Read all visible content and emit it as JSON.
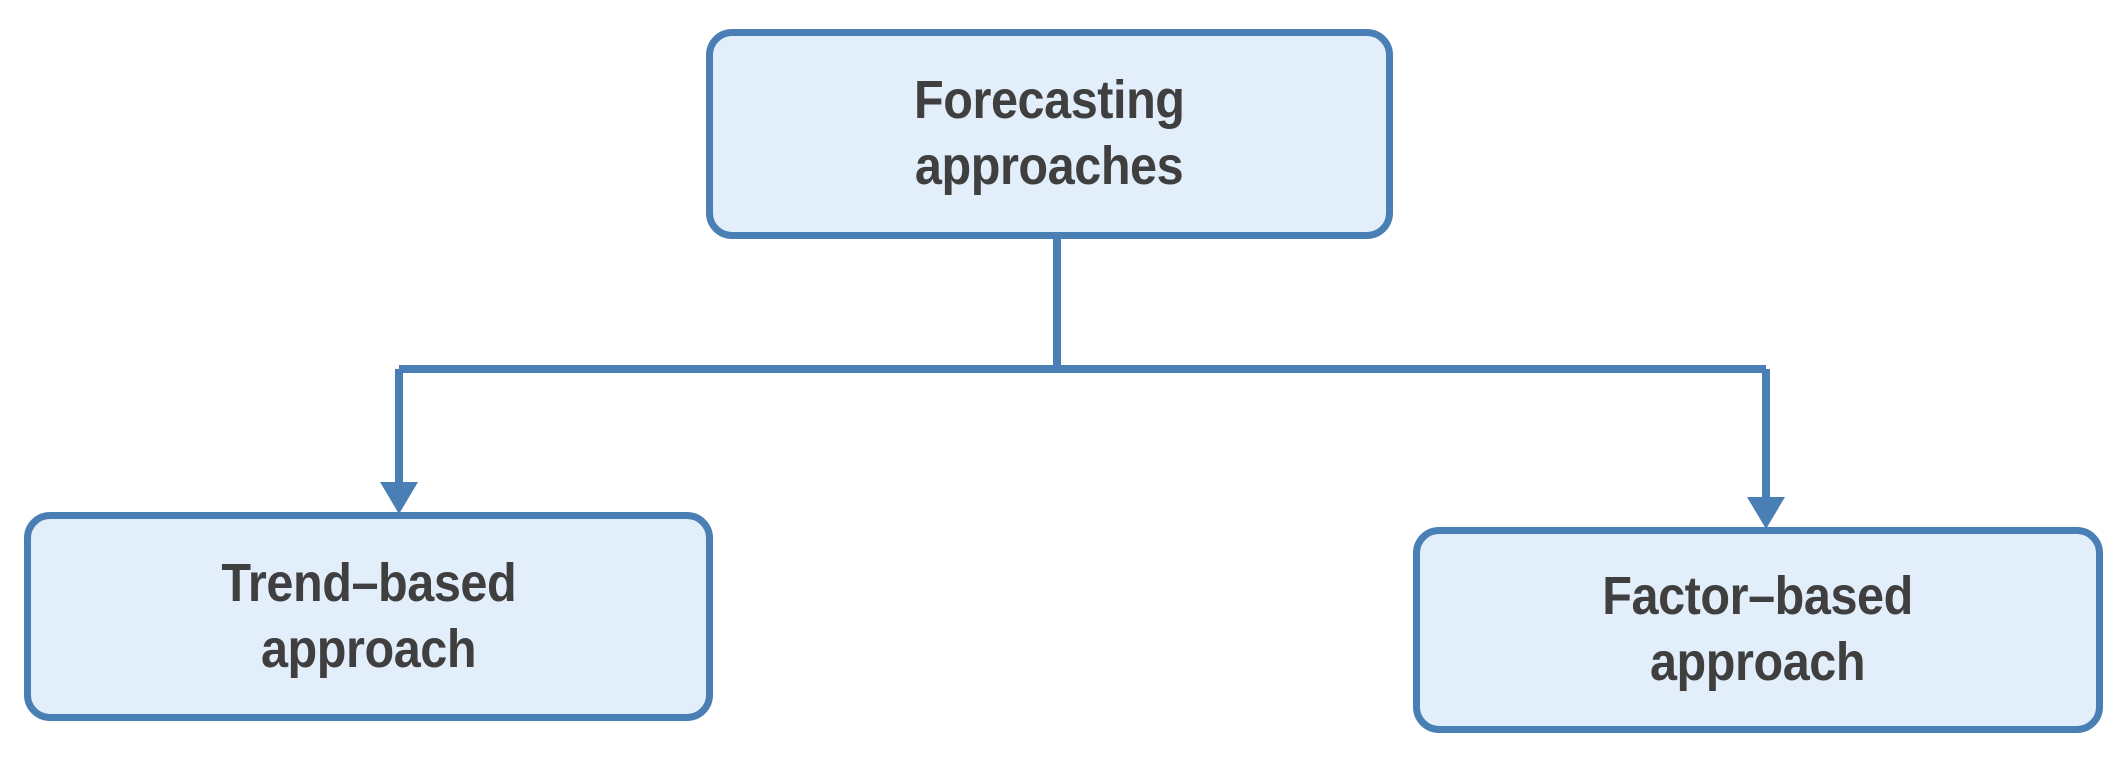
{
  "diagram": {
    "title": "Forecasting approaches",
    "type": "tree",
    "orientation": "top-down",
    "colors": {
      "node_fill": "#e3eefb",
      "node_border": "#4a7fb5",
      "connector": "#4a7fb5",
      "text": "#3f3f3f",
      "background": "#ffffff"
    },
    "nodes": {
      "root": {
        "id": "forecasting-approaches",
        "line1": "Forecasting",
        "line2": "approaches"
      },
      "child_left": {
        "id": "trend-based-approach",
        "line1": "Trend–based",
        "line2": "approach"
      },
      "child_right": {
        "id": "factor-based-approach",
        "line1": "Factor–based",
        "line2": "approach"
      }
    },
    "edges": [
      {
        "from": "forecasting-approaches",
        "to": "trend-based-approach",
        "style": "orthogonal-elbow",
        "arrowhead": "filled-triangle"
      },
      {
        "from": "forecasting-approaches",
        "to": "factor-based-approach",
        "style": "orthogonal-elbow",
        "arrowhead": "filled-triangle"
      }
    ]
  }
}
